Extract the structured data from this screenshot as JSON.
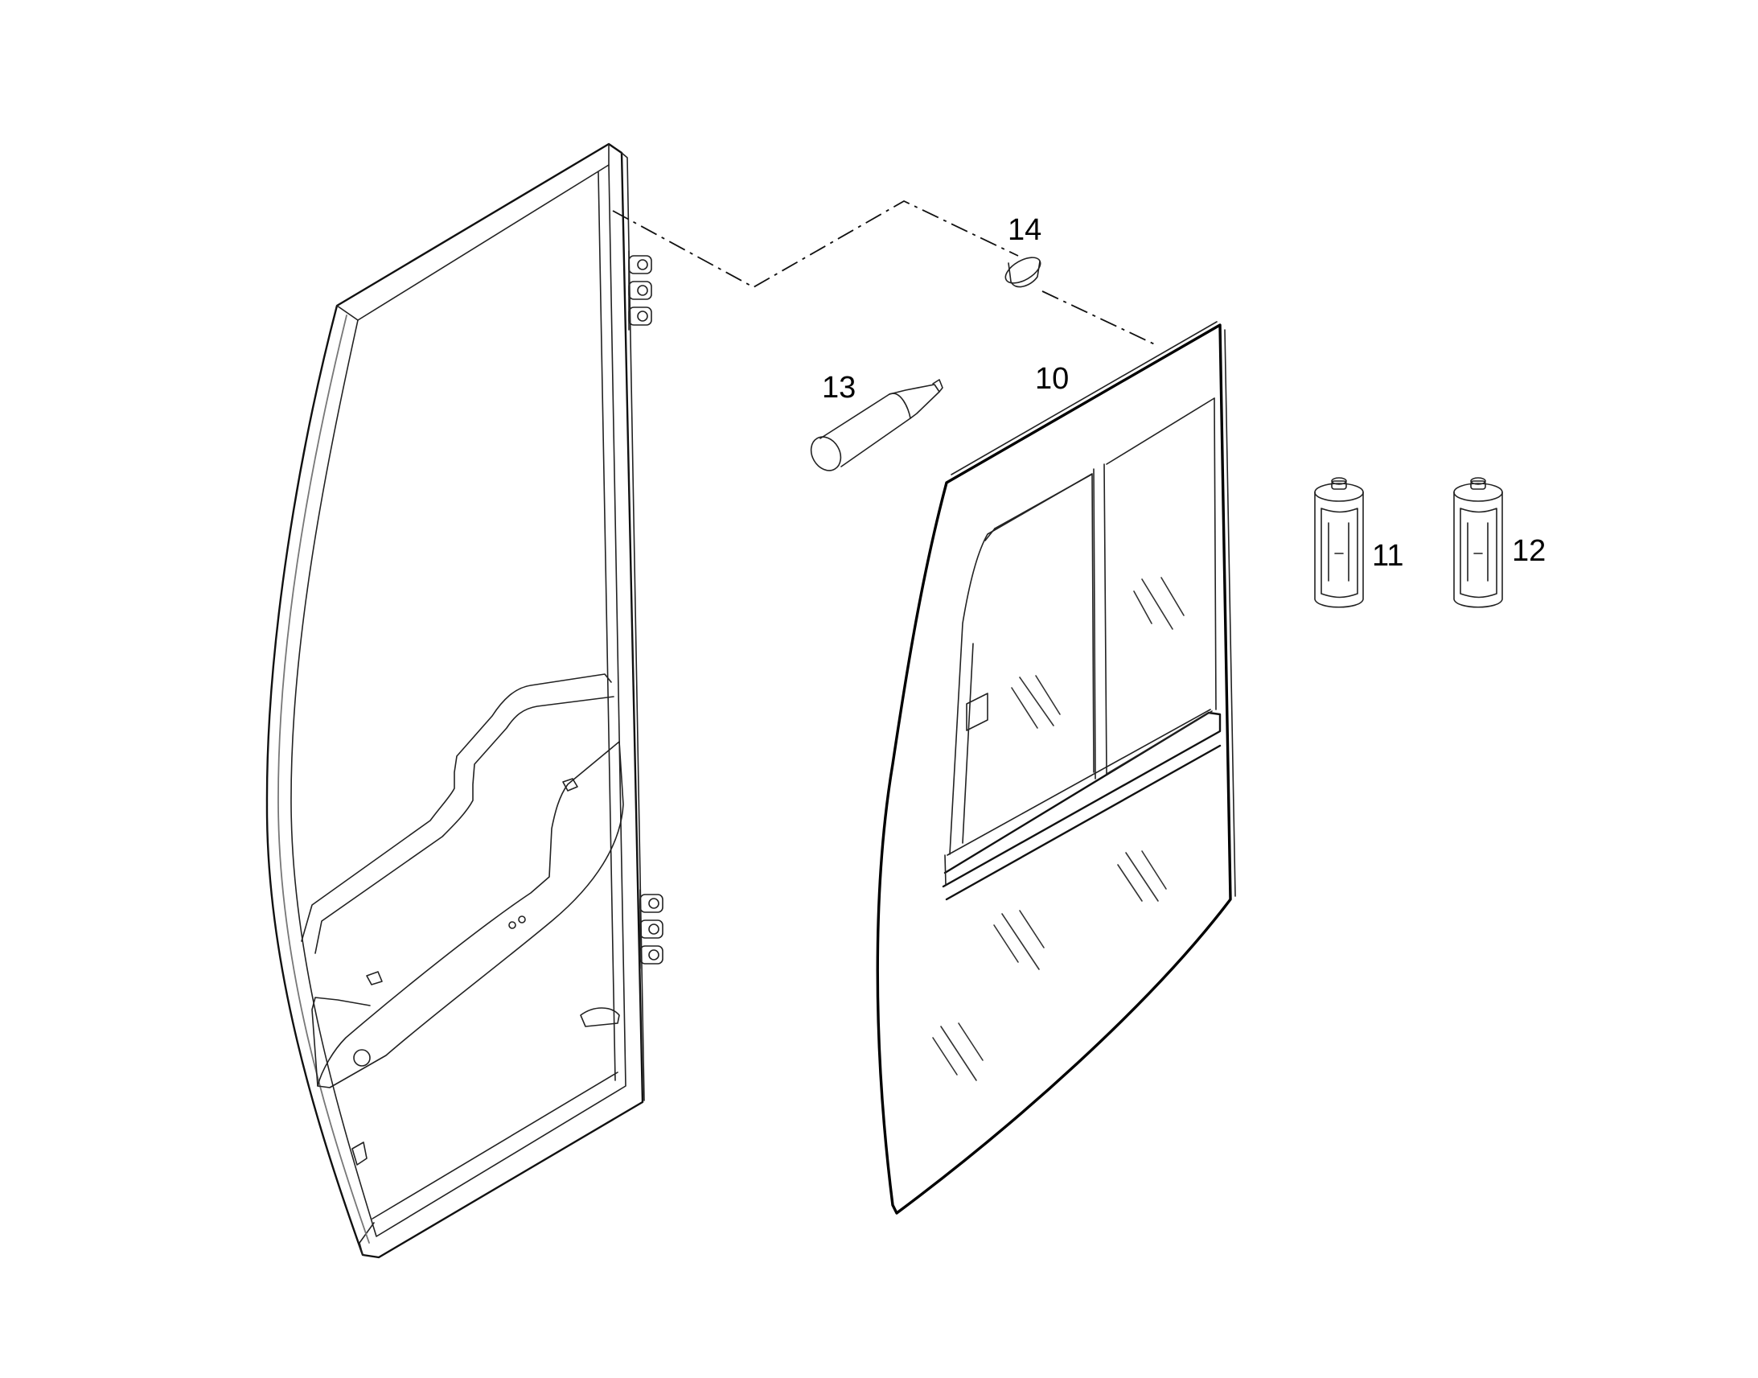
{
  "diagram": {
    "parts": [
      {
        "id": "door-frame",
        "label": ""
      },
      {
        "id": "door-glass",
        "label": "10"
      },
      {
        "id": "cartridge-a",
        "label": "11"
      },
      {
        "id": "cartridge-b",
        "label": "12"
      },
      {
        "id": "sealant-tube",
        "label": "13"
      },
      {
        "id": "cap-plug",
        "label": "14"
      }
    ]
  }
}
